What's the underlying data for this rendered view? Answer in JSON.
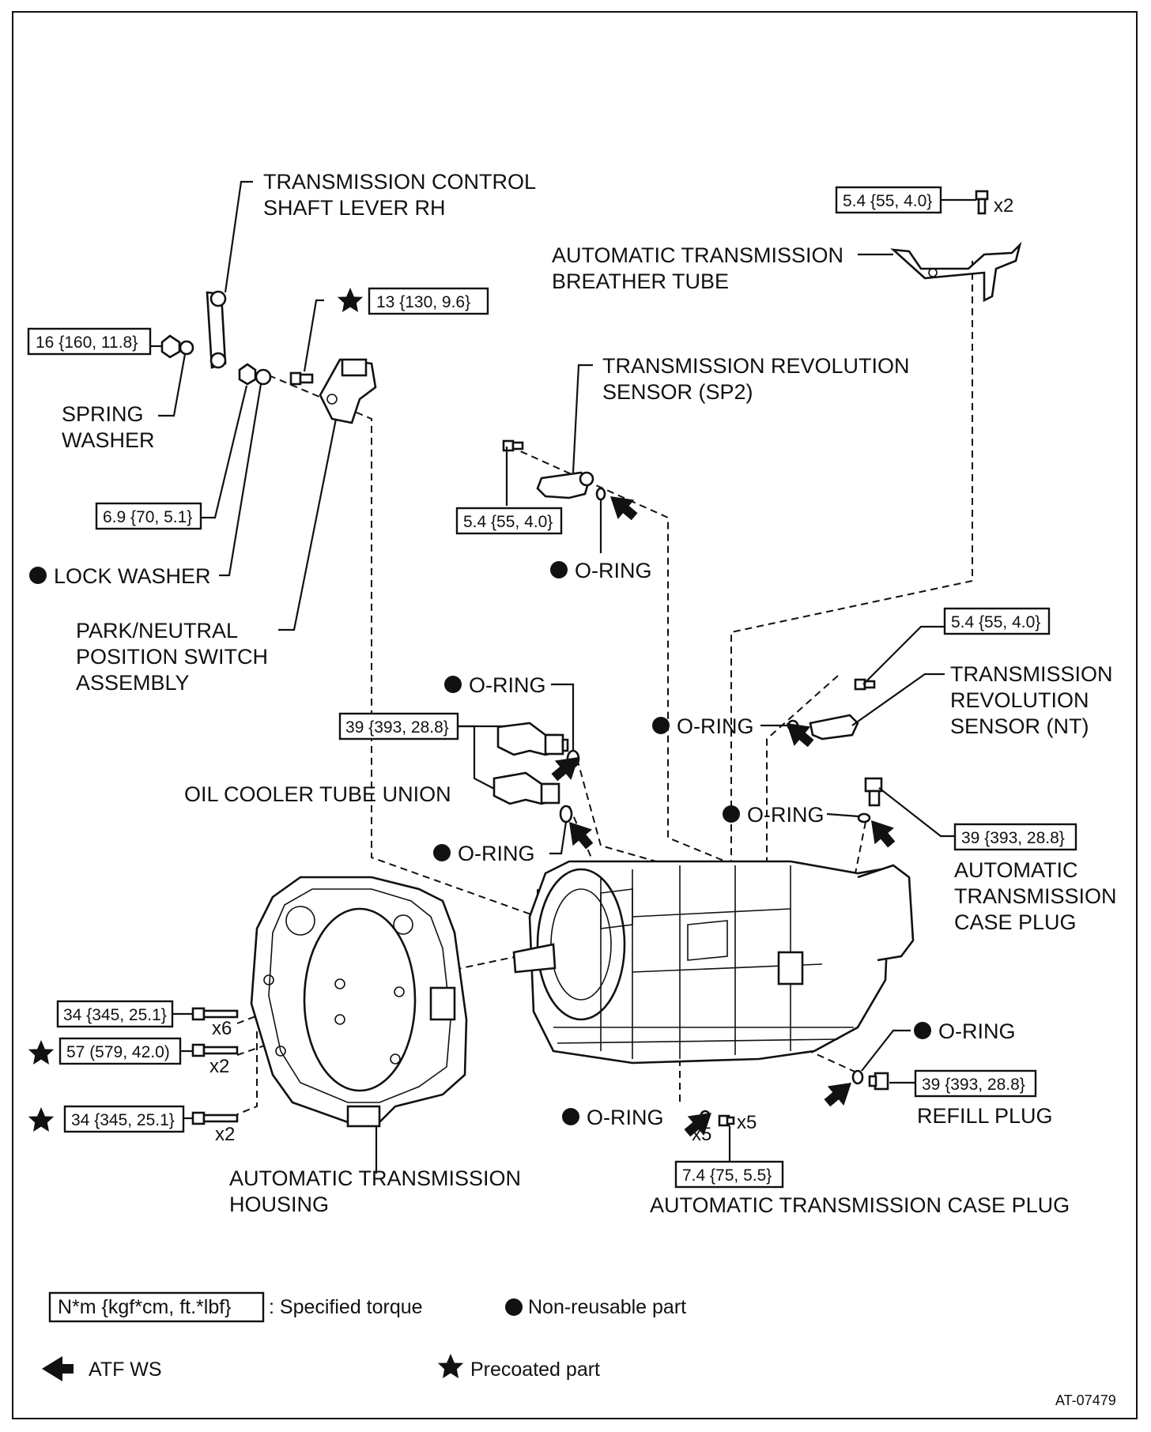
{
  "labels": {
    "shaft_lever": [
      "TRANSMISSION CONTROL",
      "SHAFT LEVER RH"
    ],
    "spring_washer": [
      "SPRING",
      "WASHER"
    ],
    "lock_washer": "LOCK WASHER",
    "pn_switch": [
      "PARK/NEUTRAL",
      "POSITION SWITCH",
      "ASSEMBLY"
    ],
    "breather_tube": [
      "AUTOMATIC TRANSMISSION",
      "BREATHER TUBE"
    ],
    "sensor_sp2": [
      "TRANSMISSION REVOLUTION",
      "SENSOR (SP2)"
    ],
    "oring_sp2": "O-RING",
    "oring_union_top": "O-RING",
    "oil_cooler_union": "OIL COOLER TUBE UNION",
    "oring_union_bottom": "O-RING",
    "oring_nt": "O-RING",
    "sensor_nt": [
      "TRANSMISSION",
      "REVOLUTION",
      "SENSOR (NT)"
    ],
    "oring_case_plug": "O-RING",
    "case_plug_right": [
      "AUTOMATIC",
      "TRANSMISSION",
      "CASE PLUG"
    ],
    "oring_refill": "O-RING",
    "refill_plug": "REFILL PLUG",
    "oring_bottom": "O-RING",
    "case_plug_bottom": "AUTOMATIC TRANSMISSION CASE PLUG",
    "housing": [
      "AUTOMATIC TRANSMISSION",
      "HOUSING"
    ]
  },
  "torques": {
    "shaft_lever_nut": "16 {160, 11.8}",
    "pn_switch_bolt": "13 {130, 9.6}",
    "lever_nut": "6.9 {70, 5.1}",
    "breather_bolt": "5.4 {55, 4.0}",
    "sp2_bolt": "5.4 {55, 4.0}",
    "nt_bolt": "5.4 {55, 4.0}",
    "union": "39 {393, 28.8}",
    "case_plug_right": "39 {393, 28.8}",
    "refill_plug": "39 {393, 28.8}",
    "case_plug_bottom": "7.4 {75, 5.5}",
    "housing_bolt_1": "34 {345, 25.1}",
    "housing_bolt_2": "57 (579, 42.0)",
    "housing_bolt_3": "34 {345, 25.1}"
  },
  "counts": {
    "breather": "x2",
    "housing_1": "x6",
    "housing_2": "x2",
    "housing_3": "x2",
    "bottom_oring": "x5",
    "bottom_plug": "x5"
  },
  "legend": {
    "torque_box": "N*m {kgf*cm, ft.*lbf}",
    "torque_text": ": Specified torque",
    "nonreusable": "Non-reusable part",
    "atf": "ATF WS",
    "precoated": "Precoated part"
  },
  "figure_id": "AT-07479",
  "icons": [
    "non-reusable-dot-icon",
    "precoated-star-icon",
    "atf-arrow-icon"
  ]
}
